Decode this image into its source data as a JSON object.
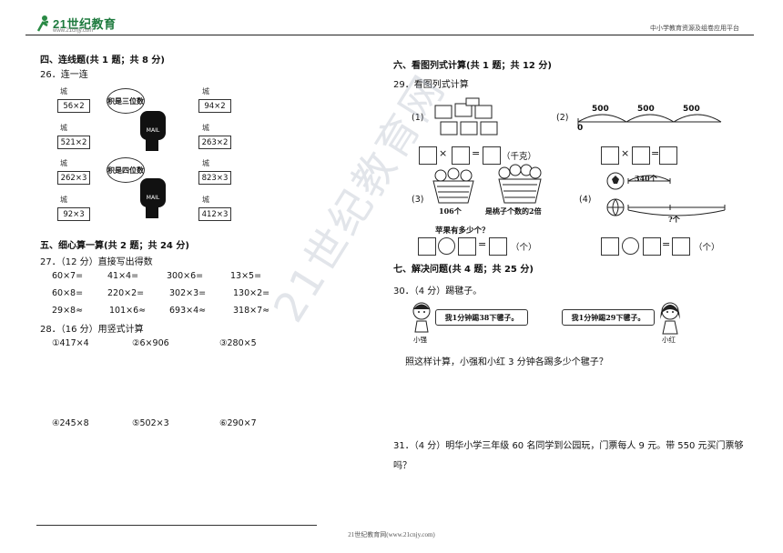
{
  "header": {
    "logo_main": "21世纪教育",
    "logo_sub": "www.21cnjy.com",
    "right_text": "中小学教育资源及组卷应用平台"
  },
  "section4": {
    "title": "四、连线题(共 1 题；共 8 分)",
    "q26": {
      "label": "26．连一连",
      "left_cards": [
        "56×2",
        "521×2",
        "262×3",
        "92×3"
      ],
      "right_cards": [
        "94×2",
        "263×2",
        "823×3",
        "412×3"
      ],
      "bird_label": "城",
      "mailbox_bubbles": [
        "积是三位数",
        "积是四位数"
      ],
      "mailbox_label": "MAIL"
    }
  },
  "section5": {
    "title": "五、细心算一算(共 2 题；共 24 分)",
    "q27": {
      "label": "27．（12 分）直接写出得数",
      "rows": [
        [
          "60×7=",
          "41×4=",
          "300×6=",
          "13×5="
        ],
        [
          "60×8=",
          "220×2=",
          "302×3=",
          "130×2="
        ],
        [
          "29×8≈",
          "101×6≈",
          "693×4≈",
          "318×7≈"
        ]
      ]
    },
    "q28": {
      "label": "28．（16 分）用竖式计算",
      "row1": [
        "①417×4",
        "②6×906",
        "③280×5"
      ],
      "row2": [
        "④245×8",
        "⑤502×3",
        "⑥290×7"
      ]
    }
  },
  "section6": {
    "title": "六、看图列式计算(共 1 题；共 12 分)",
    "q29": {
      "label": "29．看图列式计算",
      "p1": {
        "num": "(1)",
        "unit": "（千克）"
      },
      "p2": {
        "num": "(2)",
        "seg": [
          "500",
          "500",
          "500"
        ],
        "zero": "0"
      },
      "p3": {
        "num": "(3)",
        "left_caption": "106个",
        "right_caption": "是桃子个数的2倍",
        "question": "苹果有多少个？",
        "unit": "（个）"
      },
      "p4": {
        "num": "(4)",
        "top_caption": "340个",
        "bottom_caption": "?个",
        "unit": "（个）"
      }
    }
  },
  "section7": {
    "title": "七、解决问题(共 4 题；共 25 分)",
    "q30": {
      "label": "30．（4 分）踢毽子。",
      "bubble_left": "我1分钟踢38下毽子。",
      "bubble_right": "我1分钟踢29下毽子。",
      "name_left": "小强",
      "name_right": "小红",
      "question": "照这样计算，小强和小红 3 分钟各踢多少个毽子？"
    },
    "q31": {
      "line1": "31．（4 分）明华小学三年级 60 名同学到公园玩，门票每人 9 元。带 550 元买门票够",
      "line2": "吗？"
    }
  },
  "watermark": "21世纪教育网",
  "footer": "21世纪教育网(www.21cnjy.com)"
}
